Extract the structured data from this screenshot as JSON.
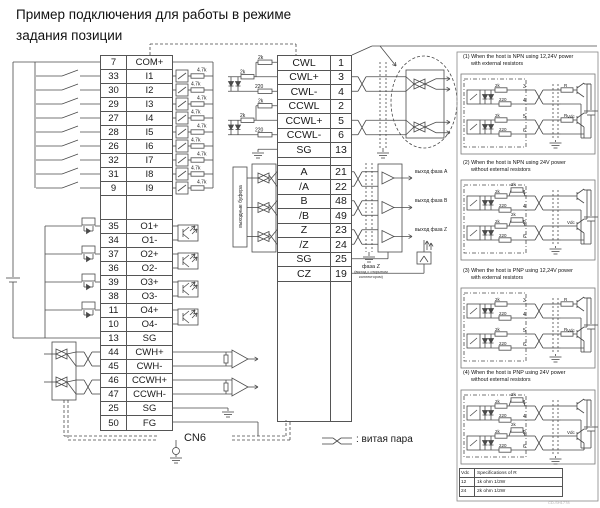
{
  "title": {
    "line1": "Пример подключения для работы в режиме",
    "line2": "задания позиции"
  },
  "left_block": {
    "resistor_label": "4.7k",
    "input_rows": [
      {
        "pin": "7",
        "name": "COM+"
      },
      {
        "pin": "33",
        "name": "I1"
      },
      {
        "pin": "30",
        "name": "I2"
      },
      {
        "pin": "29",
        "name": "I3"
      },
      {
        "pin": "27",
        "name": "I4"
      },
      {
        "pin": "28",
        "name": "I5"
      },
      {
        "pin": "26",
        "name": "I6"
      },
      {
        "pin": "32",
        "name": "I7"
      },
      {
        "pin": "31",
        "name": "I8"
      },
      {
        "pin": "9",
        "name": "I9"
      }
    ],
    "output_rows": [
      {
        "pin": "35",
        "name": "O1+"
      },
      {
        "pin": "34",
        "name": "O1-"
      },
      {
        "pin": "37",
        "name": "O2+"
      },
      {
        "pin": "36",
        "name": "O2-"
      },
      {
        "pin": "39",
        "name": "O3+"
      },
      {
        "pin": "38",
        "name": "O3-"
      },
      {
        "pin": "11",
        "name": "O4+"
      },
      {
        "pin": "10",
        "name": "O4-"
      },
      {
        "pin": "13",
        "name": "SG"
      },
      {
        "pin": "44",
        "name": "CWH+"
      },
      {
        "pin": "45",
        "name": "CWH-"
      },
      {
        "pin": "46",
        "name": "CCWH+"
      },
      {
        "pin": "47",
        "name": "CCWH-"
      },
      {
        "pin": "25",
        "name": "SG"
      },
      {
        "pin": "50",
        "name": "FG"
      }
    ]
  },
  "middle_block": {
    "top_rows": [
      {
        "name": "CWL",
        "pin": "1"
      },
      {
        "name": "CWL+",
        "pin": "3"
      },
      {
        "name": "CWL-",
        "pin": "4"
      },
      {
        "name": "CCWL",
        "pin": "2"
      },
      {
        "name": "CCWL+",
        "pin": "5"
      },
      {
        "name": "CCWL-",
        "pin": "6"
      },
      {
        "name": "SG",
        "pin": "13"
      }
    ],
    "bottom_rows": [
      {
        "name": "A",
        "pin": "21"
      },
      {
        "name": "/A",
        "pin": "22"
      },
      {
        "name": "B",
        "pin": "48"
      },
      {
        "name": "/B",
        "pin": "49"
      },
      {
        "name": "Z",
        "pin": "23"
      },
      {
        "name": "/Z",
        "pin": "24"
      },
      {
        "name": "SG",
        "pin": "25"
      },
      {
        "name": "CZ",
        "pin": "19"
      }
    ],
    "input_resistors": {
      "r1": "2k",
      "r2": "2k",
      "r3": "220"
    },
    "buffer_label": "выходные буфера"
  },
  "annotations": {
    "phase_a": "выход фаза А",
    "phase_b": "выход фаза В",
    "phase_z": "выход фаза Z",
    "phase_z_oc_1": "фаза Z",
    "phase_z_oc_2": "(выход с открытым",
    "phase_z_oc_3": "коллектором)",
    "cn6": "CN6",
    "twisted_pair_legend": ": витая пара",
    "doc_code": "CD-SH1778"
  },
  "right_panel": {
    "labels": {
      "r_series": "2k",
      "r_clamp": "220",
      "r_ext": "R",
      "r_top": "2k",
      "vdc": "Vdc"
    },
    "sections": [
      {
        "title": "(1) When the host is NPN using 12,24V power",
        "subtitle": "with external resistors",
        "external_resistors": true,
        "pins": [
          "3",
          "4",
          "5",
          "6"
        ]
      },
      {
        "title": "(2) When the host is NPN using 24V power",
        "subtitle": "without external resistors",
        "external_resistors": false,
        "pins": [
          "1",
          "4",
          "2",
          "6"
        ]
      },
      {
        "title": "(3) When the host is PNP using 12,24V power",
        "subtitle": "with external resistors",
        "external_resistors": true,
        "pins": [
          "3",
          "4",
          "5",
          "6"
        ]
      },
      {
        "title": "(4) When the host is PNP using 24V power",
        "subtitle": "without external resistors",
        "external_resistors": false,
        "pins": [
          "1",
          "4",
          "2",
          "6"
        ]
      }
    ],
    "spec_table": {
      "header": [
        "Vdc",
        "Specifications of R"
      ],
      "rows": [
        [
          "12",
          "1k ohm 1/2W"
        ],
        [
          "24",
          "2k ohm 1/2W"
        ]
      ]
    }
  }
}
